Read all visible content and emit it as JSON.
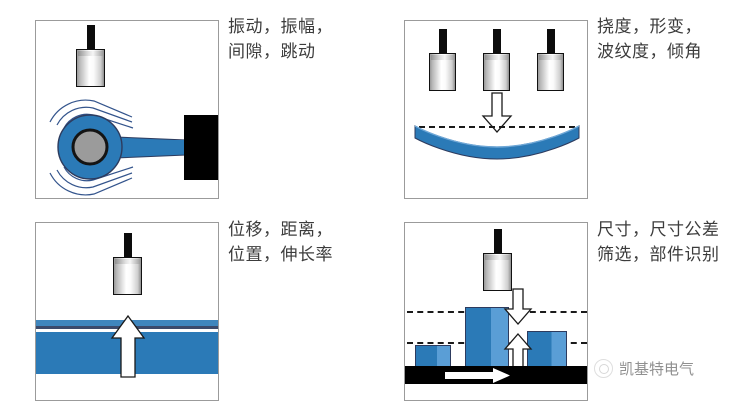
{
  "figure": {
    "title": "Sensor application diagram",
    "background": "#ffffff",
    "accent_blue": "#2b7ab7",
    "accent_blue_light": "#5a9ed6",
    "line_dark": "#2d3b5e",
    "black": "#000000",
    "text_color": "#3c3c3c",
    "panel_border": "#9b9b9b"
  },
  "panels": [
    {
      "id": "vibration",
      "name": "vibration-panel",
      "caption": "振动，振幅，\n间隙，跳动",
      "caption_lines": [
        "振动，振幅，",
        "间隙，跳动"
      ],
      "scene": "rotating-disc-with-shaft",
      "parts": {
        "sensor_label": "probe-sensor",
        "disc_label": "rotating-disc",
        "hub_label": "disc-hub",
        "shaft_label": "shaft",
        "mount_label": "bearing-mount",
        "wave_label": "vibration-wave"
      }
    },
    {
      "id": "deflection",
      "name": "deflection-panel",
      "caption": "挠度，形变，\n波纹度，倾角",
      "caption_lines": [
        "挠度，形变，",
        "波纹度，倾角"
      ],
      "scene": "three-sensors-over-bent-beam",
      "parts": {
        "sensor_label": "probe-sensor",
        "beam_label": "bent-beam",
        "reference_label": "reference-dashed-line",
        "arrow_label": "measurement-arrow-down"
      }
    },
    {
      "id": "displacement",
      "name": "displacement-panel",
      "caption": "位移，距离，\n位置，伸长率",
      "caption_lines": [
        "位移，距离，",
        "位置，伸长率"
      ],
      "scene": "sensor-over-moving-slab",
      "parts": {
        "sensor_label": "probe-sensor",
        "slab_label": "target-slab",
        "thin_layer_label": "slab-top-layer",
        "arrow_label": "measurement-arrow-up"
      }
    },
    {
      "id": "dimension",
      "name": "dimension-panel",
      "caption": "尺寸，尺寸公差\n筛选，部件识别",
      "caption_lines": [
        "尺寸，尺寸公差",
        "筛选，部件识别"
      ],
      "scene": "conveyor-with-parts-sorting",
      "parts": {
        "sensor_label": "probe-sensor",
        "conveyor_label": "conveyor-belt",
        "arrow_down_label": "tolerance-arrow-down",
        "arrow_up_label": "tolerance-arrow-up",
        "travel_arrow_label": "belt-travel-arrow",
        "upper_limit_label": "upper-tolerance-line",
        "lower_limit_label": "lower-tolerance-line"
      },
      "blocks": [
        {
          "name": "part-small",
          "height_rel": 0.3
        },
        {
          "name": "part-tall",
          "height_rel": 1.0
        },
        {
          "name": "part-medium",
          "height_rel": 0.58
        }
      ]
    }
  ],
  "watermark": {
    "name": "brand-watermark",
    "text": "凯基特电气",
    "mark": "circular-logo-icon"
  }
}
